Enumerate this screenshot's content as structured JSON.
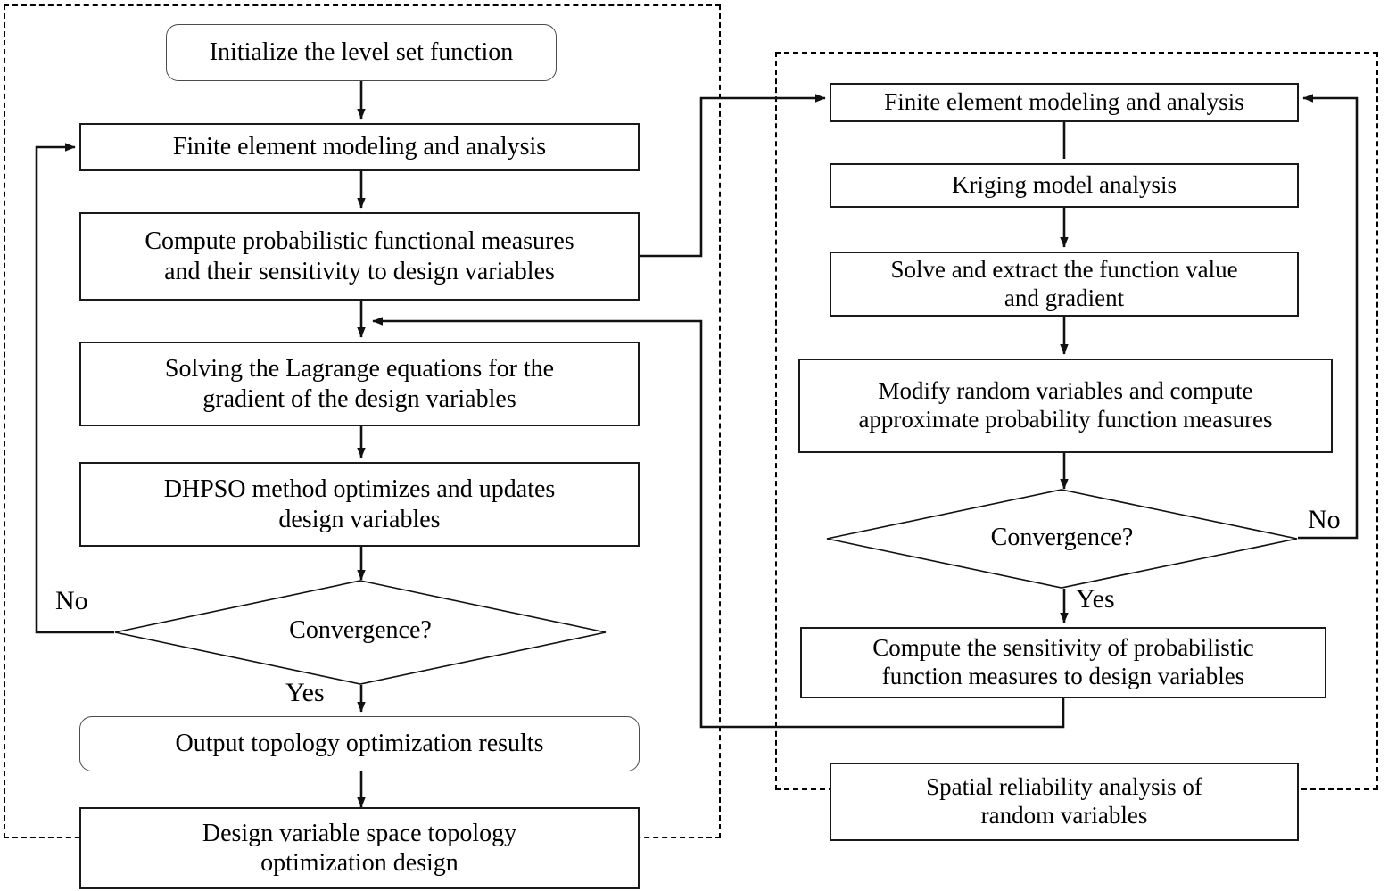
{
  "diagram": {
    "title": "Reliability-based topology optimization flowchart",
    "stroke_color": "#1a1a1a",
    "background_color": "#ffffff",
    "dashed_border_color": "#000000"
  },
  "left_panel": {
    "name": "Design variable space topology optimization loop",
    "nodes": [
      {
        "id": "init",
        "shape": "rounded-rect",
        "label": "Initialize the level set function"
      },
      {
        "id": "fem_l",
        "shape": "rect",
        "label": "Finite element modeling and analysis"
      },
      {
        "id": "compute",
        "shape": "rect",
        "label": "Compute probabilistic functional measures and their sensitivity to design variables",
        "lines": [
          "Compute probabilistic functional measures",
          "and their sensitivity to design variables"
        ]
      },
      {
        "id": "lagrange",
        "shape": "rect",
        "label": "Solving the Lagrange equations for the gradient of the design variables",
        "lines": [
          "Solving the Lagrange equations for the",
          "gradient of the design variables"
        ]
      },
      {
        "id": "dhpso",
        "shape": "rect",
        "label": "DHPSO method optimizes and updates design variables",
        "lines": [
          "DHPSO method optimizes and updates",
          "design variables"
        ]
      },
      {
        "id": "conv_l",
        "shape": "diamond",
        "label": "Convergence?"
      },
      {
        "id": "output",
        "shape": "rounded-rect",
        "label": "Output topology optimization results"
      },
      {
        "id": "designvar",
        "shape": "rect",
        "label": "Design variable space topology optimization design",
        "lines": [
          "Design variable space topology",
          "optimization design"
        ]
      }
    ],
    "edge_labels": {
      "no": "No",
      "yes": "Yes"
    }
  },
  "right_panel": {
    "name": "Spatial reliability analysis of random variables loop",
    "nodes": [
      {
        "id": "fem_r",
        "shape": "rect",
        "label": "Finite element modeling and analysis"
      },
      {
        "id": "kriging",
        "shape": "rect",
        "label": "Kriging model analysis"
      },
      {
        "id": "solve",
        "shape": "rect",
        "label": "Solve and extract the function value and gradient",
        "lines": [
          "Solve and extract the function value",
          "and gradient"
        ]
      },
      {
        "id": "modify",
        "shape": "rect",
        "label": "Modify random variables and compute approximate probability function measures",
        "lines": [
          "Modify random variables and compute",
          "approximate probability function measures"
        ]
      },
      {
        "id": "conv_r",
        "shape": "diamond",
        "label": "Convergence?"
      },
      {
        "id": "sensitivity",
        "shape": "rect",
        "label": "Compute the sensitivity of probabilistic function measures to design variables",
        "lines": [
          "Compute the sensitivity of probabilistic",
          "function measures to design variables"
        ]
      },
      {
        "id": "spatial",
        "shape": "rect",
        "label": "Spatial reliability analysis of random variables",
        "lines": [
          "Spatial reliability analysis of",
          "random variables"
        ]
      }
    ],
    "edge_labels": {
      "no": "No",
      "yes": "Yes"
    }
  }
}
